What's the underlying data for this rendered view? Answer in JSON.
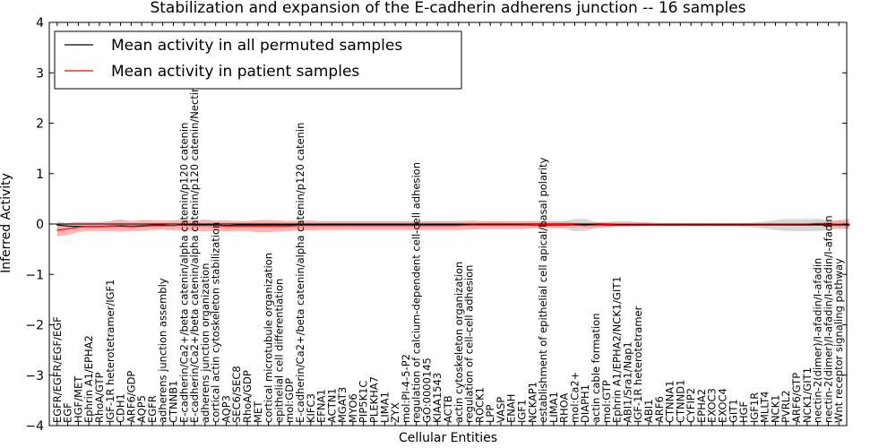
{
  "chart_data": {
    "type": "line",
    "title": "Stabilization and expansion of the E-cadherin adherens junction -- 16 samples",
    "xlabel": "Cellular Entities",
    "ylabel": "Inferred Activity",
    "ylim": [
      -4,
      4
    ],
    "yticks": [
      "−4",
      "−3",
      "−2",
      "−1",
      "0",
      "1",
      "2",
      "3",
      "4"
    ],
    "grid": false,
    "legend_position": "top-left",
    "categories": [
      "EGFR/EGFR/EGF/EGF",
      "EGF",
      "HGF/MET",
      "Ephrin A1/EPHA2",
      "RhoA/GTP",
      "IGF-1R heterotetramer/IGF1",
      "CDH1",
      "ARF6/GDP",
      "AQP5",
      "EGFR",
      "adherens junction assembly",
      "CTNNB1",
      "E-cadherin/Ca2+/beta catenin/alpha catenin/p120 catenin",
      "E-cadherin/Ca2+/beta catenin/alpha catenin/p120 catenin/Nectin",
      "adherens junction organization",
      "cortical actin cytoskeleton stabilization",
      "AQP3",
      "SEC6/SEC8",
      "RhoA/GDP",
      "MET",
      "cortical microtubule organization",
      "epithelial cell differentiation",
      "mol:GDP",
      "E-cadherin/Ca2+/beta catenin/alpha catenin/p120 catenin",
      "KIFC3",
      "EFNA1",
      "ACTN1",
      "MGAT3",
      "MYO6",
      "PIP5K1C",
      "PLEKHA7",
      "LIMA1",
      "ZYX",
      "mol:PI-4-5-P2",
      "regulation of calcium-dependent cell-cell adhesion",
      "GO:0000145",
      "KIAA1543",
      "ACTB",
      "actin cytoskeleton organization",
      "regulation of cell-cell adhesion",
      "ROCK1",
      "LPP",
      "VASP",
      "ENAH",
      "IGF1",
      "NCKAP1",
      "establishment of epithelial cell apical/basal polarity",
      "LIMA1",
      "RHOA",
      "mol:Ca2+",
      "DIAPH1",
      "actin cable formation",
      "mol:GTP",
      "Ephrin A1/EPHA2/NCK1/GIT1",
      "ABI1/Sra1/Nap1",
      "IGF-1R heterotetramer",
      "ABI1",
      "ARF6",
      "CTNNA1",
      "CTNND1",
      "CYFIP2",
      "EPHA2",
      "EXOC3",
      "EXOC4",
      "GIT1",
      "HGF",
      "IGF1R",
      "MLLT4",
      "NCK1",
      "PVRL2",
      "ARF6/GTP",
      "NCK1/GIT1",
      "nectin-2(dimer)/I-afadin/I-afadin",
      "nectin-2(dimer)/I-afadin/I-afadin/I-afadin",
      "Wnt receptor signaling pathway"
    ],
    "series": [
      {
        "name": "Mean activity in all permuted samples",
        "color": "#000000",
        "band_color": "#cccccc",
        "values": [
          -0.02,
          -0.04,
          -0.05,
          -0.05,
          -0.05,
          -0.04,
          -0.04,
          -0.05,
          -0.04,
          -0.03,
          -0.03,
          -0.03,
          -0.02,
          -0.02,
          -0.02,
          -0.02,
          -0.03,
          -0.02,
          -0.02,
          -0.02,
          -0.02,
          -0.02,
          -0.02,
          -0.02,
          -0.02,
          -0.02,
          -0.02,
          -0.02,
          -0.02,
          -0.02,
          -0.02,
          -0.02,
          -0.02,
          -0.02,
          -0.02,
          -0.02,
          -0.02,
          -0.02,
          -0.02,
          -0.02,
          -0.02,
          -0.02,
          -0.02,
          -0.02,
          -0.02,
          -0.02,
          -0.02,
          -0.02,
          -0.02,
          -0.02,
          -0.02,
          -0.02,
          -0.02,
          -0.02,
          -0.02,
          -0.02,
          -0.02,
          -0.02,
          -0.02,
          -0.02,
          -0.02,
          -0.02,
          -0.02,
          -0.02,
          -0.02,
          -0.02,
          -0.02,
          -0.02,
          -0.02,
          -0.02,
          -0.02,
          -0.02,
          -0.02,
          -0.02,
          -0.02,
          -0.02
        ],
        "band": [
          0.08,
          0.05,
          0.04,
          0.04,
          0.04,
          0.05,
          0.06,
          0.05,
          0.05,
          0.05,
          0.05,
          0.05,
          0.05,
          0.05,
          0.05,
          0.05,
          0.05,
          0.05,
          0.05,
          0.05,
          0.05,
          0.05,
          0.05,
          0.05,
          0.05,
          0.05,
          0.05,
          0.05,
          0.05,
          0.05,
          0.05,
          0.05,
          0.05,
          0.05,
          0.05,
          0.05,
          0.05,
          0.05,
          0.05,
          0.05,
          0.05,
          0.05,
          0.05,
          0.05,
          0.05,
          0.05,
          0.05,
          0.06,
          0.08,
          0.12,
          0.12,
          0.06,
          0.04,
          0.03,
          0.03,
          0.03,
          0.03,
          0.03,
          0.03,
          0.03,
          0.03,
          0.03,
          0.03,
          0.03,
          0.03,
          0.04,
          0.05,
          0.07,
          0.1,
          0.12,
          0.12,
          0.12,
          0.12,
          0.1,
          0.08,
          0.06
        ]
      },
      {
        "name": "Mean activity in patient samples",
        "color": "#ff0000",
        "band_color": "#ff9999",
        "values": [
          -0.12,
          -0.1,
          -0.06,
          -0.05,
          -0.05,
          -0.04,
          -0.03,
          -0.04,
          -0.03,
          -0.02,
          -0.02,
          -0.03,
          -0.02,
          -0.03,
          -0.03,
          -0.03,
          -0.04,
          -0.04,
          -0.04,
          -0.04,
          -0.04,
          -0.04,
          -0.04,
          -0.03,
          -0.03,
          -0.03,
          -0.03,
          -0.03,
          -0.03,
          -0.03,
          -0.03,
          -0.03,
          -0.03,
          -0.03,
          -0.03,
          -0.03,
          -0.03,
          -0.03,
          -0.03,
          -0.02,
          -0.02,
          -0.02,
          -0.02,
          -0.02,
          -0.02,
          -0.01,
          -0.01,
          -0.01,
          -0.01,
          -0.02,
          -0.03,
          -0.02,
          -0.01,
          0.0,
          0.0,
          0.0,
          0.0,
          0.0,
          0.0,
          0.0,
          0.0,
          0.0,
          0.0,
          0.0,
          0.0,
          0.0,
          0.0,
          0.0,
          0.0,
          0.0,
          0.0,
          0.0,
          0.01,
          0.0,
          0.0,
          0.0
        ],
        "band": [
          0.12,
          0.12,
          0.1,
          0.09,
          0.09,
          0.1,
          0.12,
          0.1,
          0.11,
          0.1,
          0.09,
          0.1,
          0.11,
          0.1,
          0.12,
          0.1,
          0.11,
          0.1,
          0.1,
          0.12,
          0.12,
          0.11,
          0.1,
          0.1,
          0.1,
          0.09,
          0.09,
          0.09,
          0.09,
          0.09,
          0.09,
          0.09,
          0.09,
          0.09,
          0.09,
          0.09,
          0.09,
          0.09,
          0.09,
          0.09,
          0.08,
          0.08,
          0.08,
          0.08,
          0.08,
          0.07,
          0.07,
          0.07,
          0.06,
          0.05,
          0.05,
          0.06,
          0.05,
          0.05,
          0.05,
          0.04,
          0.03,
          0.02,
          0.02,
          0.02,
          0.02,
          0.02,
          0.02,
          0.02,
          0.02,
          0.02,
          0.02,
          0.02,
          0.02,
          0.02,
          0.02,
          0.02,
          0.03,
          0.05,
          0.08,
          0.1
        ]
      }
    ]
  }
}
